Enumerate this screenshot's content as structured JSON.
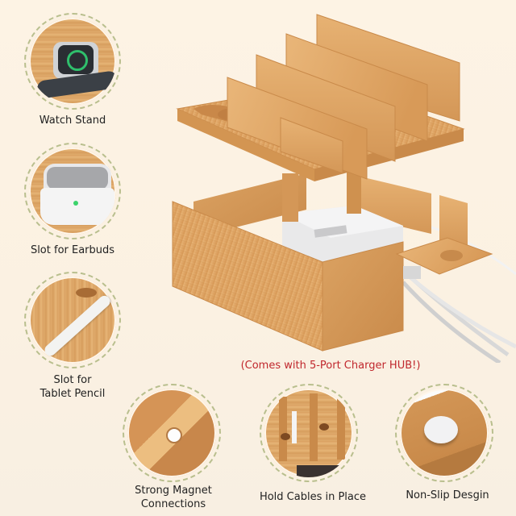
{
  "features": [
    {
      "id": "watch-stand",
      "lines": [
        "Watch Stand"
      ]
    },
    {
      "id": "earbuds",
      "lines": [
        "Slot for Earbuds"
      ]
    },
    {
      "id": "tablet-pencil",
      "lines": [
        "Slot for",
        "Tablet Pencil"
      ]
    },
    {
      "id": "magnet",
      "lines": [
        "Strong Magnet",
        "Connections"
      ]
    },
    {
      "id": "cables",
      "lines": [
        "Hold Cables in Place"
      ]
    },
    {
      "id": "non-slip",
      "lines": [
        "Non-Slip Desgin"
      ]
    }
  ],
  "product": {
    "note": "(Comes with 5-Port Charger HUB!)"
  },
  "colors": {
    "background": "#fdf3e4",
    "note_red": "#c0272d",
    "dashed_border": "#b9bf8e",
    "bamboo": "#dca364"
  }
}
